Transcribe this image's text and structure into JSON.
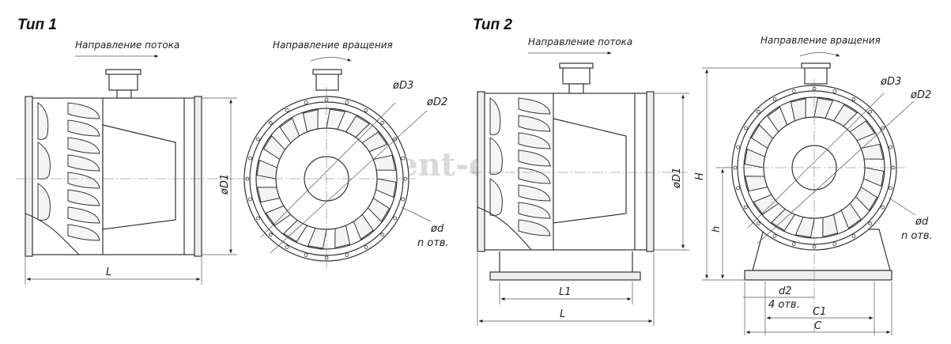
{
  "type1": {
    "title": "Тип 1",
    "flow_label": "Направление потока",
    "rotation_label": "Направление вращения",
    "dims": {
      "D1": "øD1",
      "D2": "øD2",
      "D3": "øD3",
      "d": "ød",
      "n": "n отв.",
      "L": "L"
    }
  },
  "type2": {
    "title": "Тип 2",
    "flow_label": "Направление потока",
    "rotation_label": "Направление вращения",
    "dims": {
      "D1": "øD1",
      "D2": "øD2",
      "D3": "øD3",
      "d": "ød",
      "n": "n отв.",
      "L": "L",
      "L1": "L1",
      "H": "H",
      "h": "h",
      "d2": "d2",
      "holes4": "4 отв.",
      "C1": "C1",
      "C": "C"
    }
  },
  "watermark": "vent-e1.ru"
}
